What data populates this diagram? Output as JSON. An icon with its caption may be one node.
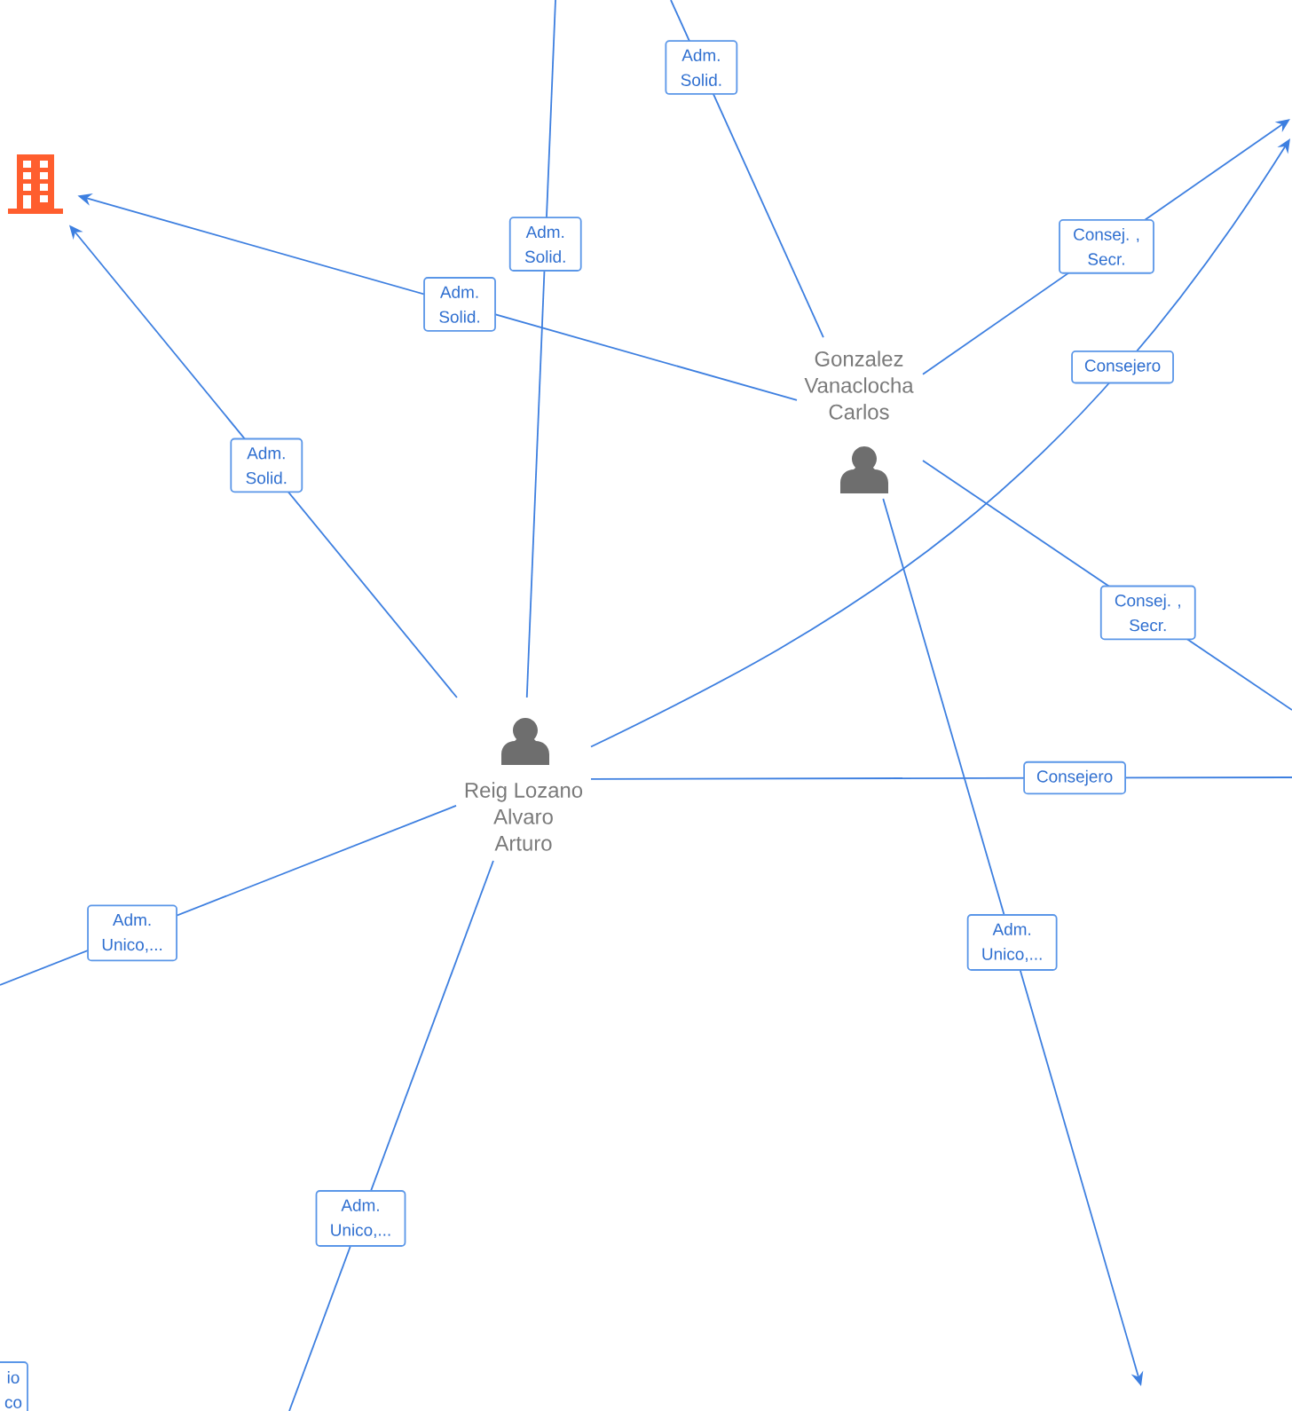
{
  "diagram": {
    "nodes": [
      {
        "text": [],
        "shape": "building"
      },
      {
        "text": [
          "Gonzalez Vanaclocha Carlos"
        ]
      },
      {
        "text": [
          "Reig Lozano Alvaro Arturo"
        ]
      }
    ],
    "edges": [
      {
        "from": 2,
        "to": null,
        "arrow": "none",
        "label": "Adm. Solid."
      },
      {
        "from": 1,
        "to": null,
        "arrow": "none",
        "label": "Adm. Solid."
      },
      {
        "from": 1,
        "to": 0,
        "arrow": "to",
        "label": "Adm. Solid."
      },
      {
        "from": 2,
        "to": 0,
        "arrow": "to",
        "label": "Adm. Solid."
      },
      {
        "from": 2,
        "to": null,
        "arrow": "to",
        "label": "Consejero"
      },
      {
        "from": 1,
        "to": null,
        "arrow": "to",
        "label": "Consej. , Secr."
      },
      {
        "from": 1,
        "to": null,
        "arrow": "none",
        "label": "Consej. , Secr."
      },
      {
        "from": 2,
        "to": null,
        "arrow": "none",
        "label": "Consejero"
      },
      {
        "from": 1,
        "to": null,
        "arrow": "to",
        "label": "Adm. Unico,..."
      },
      {
        "from": 2,
        "to": null,
        "arrow": "none",
        "label": "Adm. Unico,..."
      },
      {
        "from": 2,
        "to": null,
        "arrow": "none",
        "label": "Adm. Unico,..."
      }
    ],
    "labels": [
      "io co"
    ]
  }
}
